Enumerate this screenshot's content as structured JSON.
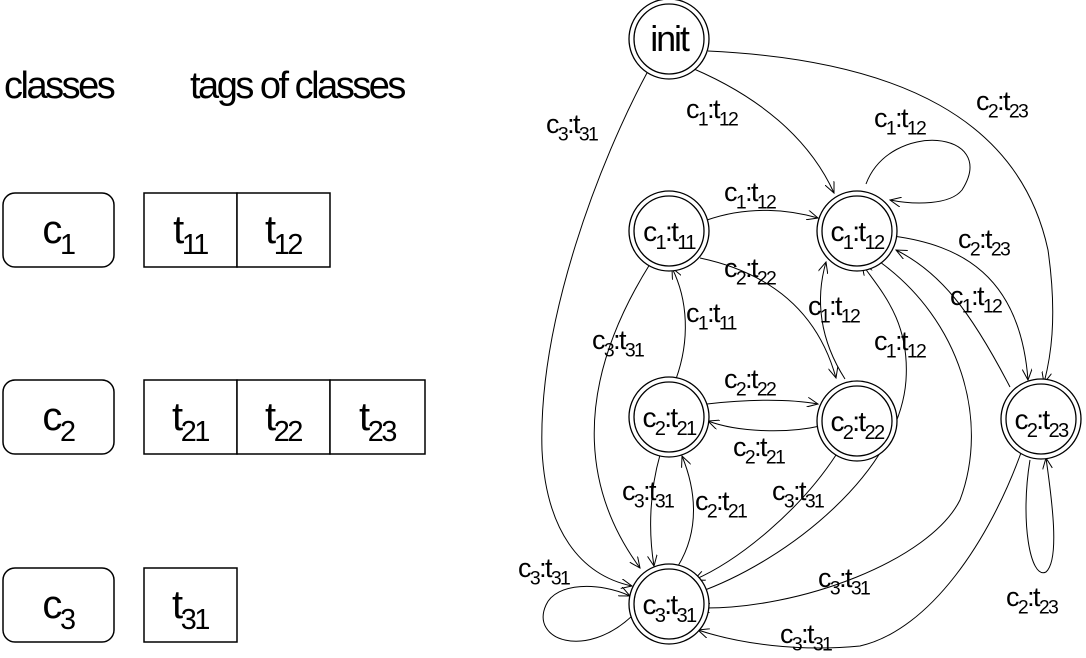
{
  "headers": {
    "classes": "classes",
    "tags": "tags of classes"
  },
  "classes": [
    {
      "main": "c",
      "sub": "1",
      "tags": [
        {
          "main": "t",
          "sub": "11"
        },
        {
          "main": "t",
          "sub": "12"
        }
      ]
    },
    {
      "main": "c",
      "sub": "2",
      "tags": [
        {
          "main": "t",
          "sub": "21"
        },
        {
          "main": "t",
          "sub": "22"
        },
        {
          "main": "t",
          "sub": "23"
        }
      ]
    },
    {
      "main": "c",
      "sub": "3",
      "tags": [
        {
          "main": "t",
          "sub": "31"
        }
      ]
    }
  ],
  "states": [
    {
      "id": "init",
      "label": [
        [
          "init",
          ""
        ]
      ]
    },
    {
      "id": "c1t11",
      "label": [
        [
          "c",
          "1"
        ],
        [
          ":t",
          "11"
        ]
      ]
    },
    {
      "id": "c1t12",
      "label": [
        [
          "c",
          "1"
        ],
        [
          ":t",
          "12"
        ]
      ]
    },
    {
      "id": "c2t21",
      "label": [
        [
          "c",
          "2"
        ],
        [
          ":t",
          "21"
        ]
      ]
    },
    {
      "id": "c2t22",
      "label": [
        [
          "c",
          "2"
        ],
        [
          ":t",
          "22"
        ]
      ]
    },
    {
      "id": "c2t23",
      "label": [
        [
          "c",
          "2"
        ],
        [
          ":t",
          "23"
        ]
      ]
    },
    {
      "id": "c3t31",
      "label": [
        [
          "c",
          "3"
        ],
        [
          ":t",
          "31"
        ]
      ]
    }
  ],
  "transitions": [
    {
      "id": "init-c3t31",
      "from": "init",
      "to": "c3t31",
      "label": [
        [
          "c",
          "3"
        ],
        [
          ":t",
          "31"
        ]
      ]
    },
    {
      "id": "init-c1t12",
      "from": "init",
      "to": "c1t12",
      "label": [
        [
          "c",
          "1"
        ],
        [
          ":t",
          "12"
        ]
      ]
    },
    {
      "id": "init-c2t23",
      "from": "init",
      "to": "c2t23",
      "label": [
        [
          "c",
          "2"
        ],
        [
          ":t",
          "23"
        ]
      ]
    },
    {
      "id": "c1t12-loop",
      "from": "c1t12",
      "to": "c1t12",
      "label": [
        [
          "c",
          "1"
        ],
        [
          ":t",
          "12"
        ]
      ]
    },
    {
      "id": "c1t11-c1t12",
      "from": "c1t11",
      "to": "c1t12",
      "label": [
        [
          "c",
          "1"
        ],
        [
          ":t",
          "12"
        ]
      ]
    },
    {
      "id": "c1t12-c2t23",
      "from": "c1t12",
      "to": "c2t23",
      "label": [
        [
          "c",
          "2"
        ],
        [
          ":t",
          "23"
        ]
      ]
    },
    {
      "id": "c2t23-c1t12",
      "from": "c2t23",
      "to": "c1t12",
      "label": [
        [
          "c",
          "1"
        ],
        [
          ":t",
          "12"
        ]
      ]
    },
    {
      "id": "c1t11-c2t22",
      "from": "c1t11",
      "to": "c2t22",
      "label": [
        [
          "c",
          "2"
        ],
        [
          ":t",
          "22"
        ]
      ]
    },
    {
      "id": "c2t21-c1t11",
      "from": "c2t21",
      "to": "c1t11",
      "label": [
        [
          "c",
          "1"
        ],
        [
          ":t",
          "11"
        ]
      ]
    },
    {
      "id": "c1t11-c3t31",
      "from": "c1t11",
      "to": "c3t31",
      "label": [
        [
          "c",
          "3"
        ],
        [
          ":t",
          "31"
        ]
      ]
    },
    {
      "id": "c2t22-c1t12",
      "from": "c2t22",
      "to": "c1t12",
      "label": [
        [
          "c",
          "1"
        ],
        [
          ":t",
          "12"
        ]
      ]
    },
    {
      "id": "c3t31-c1t12",
      "from": "c3t31",
      "to": "c1t12",
      "label": [
        [
          "c",
          "1"
        ],
        [
          ":t",
          "12"
        ]
      ]
    },
    {
      "id": "c2t21-c2t22",
      "from": "c2t21",
      "to": "c2t22",
      "label": [
        [
          "c",
          "2"
        ],
        [
          ":t",
          "22"
        ]
      ]
    },
    {
      "id": "c2t22-c2t21",
      "from": "c2t22",
      "to": "c2t21",
      "label": [
        [
          "c",
          "2"
        ],
        [
          ":t",
          "21"
        ]
      ]
    },
    {
      "id": "c2t21-c3t31",
      "from": "c2t21",
      "to": "c3t31",
      "label": [
        [
          "c",
          "3"
        ],
        [
          ":t",
          "31"
        ]
      ]
    },
    {
      "id": "c3t31-c2t21",
      "from": "c3t31",
      "to": "c2t21",
      "label": [
        [
          "c",
          "2"
        ],
        [
          ":t",
          "21"
        ]
      ]
    },
    {
      "id": "c2t22-c3t31",
      "from": "c2t22",
      "to": "c3t31",
      "label": [
        [
          "c",
          "3"
        ],
        [
          ":t",
          "31"
        ]
      ]
    },
    {
      "id": "c3t31-loop",
      "from": "c3t31",
      "to": "c3t31",
      "label": [
        [
          "c",
          "3"
        ],
        [
          ":t",
          "31"
        ]
      ]
    },
    {
      "id": "c1t12-c3t31",
      "from": "c1t12",
      "to": "c3t31",
      "label": [
        [
          "c",
          "3"
        ],
        [
          ":t",
          "31"
        ]
      ]
    },
    {
      "id": "c2t23-c3t31",
      "from": "c2t23",
      "to": "c3t31",
      "label": [
        [
          "c",
          "3"
        ],
        [
          ":t",
          "31"
        ]
      ]
    },
    {
      "id": "c2t23-loop",
      "from": "c2t23",
      "to": "c2t23",
      "label": [
        [
          "c",
          "2"
        ],
        [
          ":t",
          "23"
        ]
      ]
    }
  ]
}
